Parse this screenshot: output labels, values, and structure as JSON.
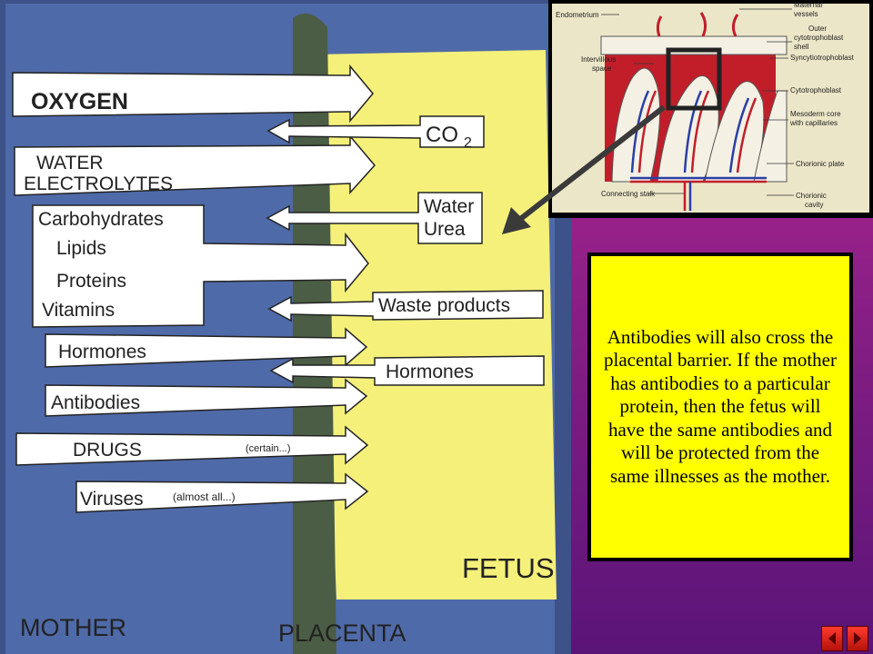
{
  "diagram": {
    "mother_to_fetus": [
      "OXYGEN",
      "WATER",
      "ELECTROLYTES",
      "Carbohydrates",
      "Lipids",
      "Proteins",
      "Vitamins",
      "Hormones",
      "Antibodies",
      "DRUGS",
      "Viruses"
    ],
    "fetus_to_mother": [
      "CO",
      "2",
      "Water",
      "Urea",
      "Waste products",
      "Hormones"
    ],
    "qualifiers": {
      "drugs": "(certain...)",
      "viruses": "(almost all...)"
    },
    "regions": {
      "mother": "MOTHER",
      "placenta": "PLACENTA",
      "fetus": "FETUS"
    }
  },
  "inset": {
    "labels": [
      "Endometrium",
      "Maternal",
      "vessels",
      "Outer",
      "cytotrophoblast",
      "shell",
      "Intervillous",
      "space",
      "Syncytiotrophoblast",
      "Cytotrophoblast",
      "Mesoderm core",
      "with capillaries",
      "Chorionic plate",
      "Connecting stalk",
      "Chorionic",
      "cavity"
    ]
  },
  "caption": "Antibodies will also cross the placental barrier.  If the mother has antibodies to a particular protein, then the fetus will have the same antibodies and will be protected from the same illnesses as the mother.",
  "colors": {
    "mother_blue": "#4f6aa8",
    "fetus_yellow": "#f4f07a",
    "placenta_green": "#4b5d45",
    "caption_yellow": "#ffff00",
    "background_magenta": "#a0208a",
    "nav_red": "#e0231a"
  },
  "nav": {
    "prev_icon": "previous-slide-icon",
    "next_icon": "next-slide-icon"
  }
}
